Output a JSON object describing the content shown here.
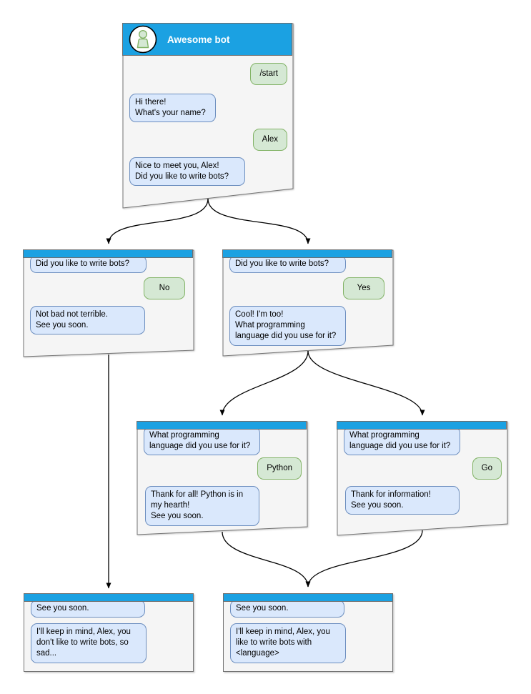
{
  "diagram_type": "chatbot-conversation-flowchart",
  "colors": {
    "header_blue": "#1ba1e2",
    "node_fill": "#f5f5f5",
    "node_border": "#737373",
    "bot_bubble_fill": "#dae8fc",
    "bot_bubble_border": "#6c8ebf",
    "user_bubble_fill": "#d5e8d4",
    "user_bubble_border": "#82b366",
    "arrow": "#000000"
  },
  "nodes": {
    "main": {
      "title": "Awesome bot",
      "avatar_icon": "person-icon",
      "messages": [
        {
          "from": "user",
          "text": "/start"
        },
        {
          "from": "bot",
          "text": "Hi there!\nWhat's your name?"
        },
        {
          "from": "user",
          "text": "Alex"
        },
        {
          "from": "bot",
          "text": "Nice to meet you, Alex!\nDid you like to write bots?"
        }
      ]
    },
    "no_branch": {
      "messages": [
        {
          "from": "bot",
          "text": "Did you like to write bots?"
        },
        {
          "from": "user",
          "text": "No"
        },
        {
          "from": "bot",
          "text": "Not bad not terrible.\nSee you soon."
        }
      ]
    },
    "yes_branch": {
      "messages": [
        {
          "from": "bot",
          "text": "Did you like to write bots?"
        },
        {
          "from": "user",
          "text": "Yes"
        },
        {
          "from": "bot",
          "text": "Cool! I'm too!\nWhat programming\nlanguage did you use for it?"
        }
      ]
    },
    "python_branch": {
      "messages": [
        {
          "from": "bot",
          "text": "What programming\nlanguage did you use for it?"
        },
        {
          "from": "user",
          "text": "Python"
        },
        {
          "from": "bot",
          "text": "Thank for all! Python is in\nmy hearth!\nSee you soon."
        }
      ]
    },
    "go_branch": {
      "messages": [
        {
          "from": "bot",
          "text": "What programming\nlanguage did you use for it?"
        },
        {
          "from": "user",
          "text": "Go"
        },
        {
          "from": "bot",
          "text": "Thank for information!\nSee you soon."
        }
      ]
    },
    "end_no": {
      "messages": [
        {
          "from": "bot",
          "text": "See you soon."
        },
        {
          "from": "bot",
          "text": "I'll keep in mind, Alex, you\ndon't like to write bots, so\nsad..."
        }
      ]
    },
    "end_yes": {
      "messages": [
        {
          "from": "bot",
          "text": "See you soon."
        },
        {
          "from": "bot",
          "text": "I'll keep in mind, Alex, you\nlike to write bots with\n<language>"
        }
      ]
    }
  },
  "edges": [
    {
      "from": "main",
      "to": "no_branch"
    },
    {
      "from": "main",
      "to": "yes_branch"
    },
    {
      "from": "no_branch",
      "to": "end_no"
    },
    {
      "from": "yes_branch",
      "to": "python_branch"
    },
    {
      "from": "yes_branch",
      "to": "go_branch"
    },
    {
      "from": "python_branch",
      "to": "end_yes"
    },
    {
      "from": "go_branch",
      "to": "end_yes"
    }
  ]
}
